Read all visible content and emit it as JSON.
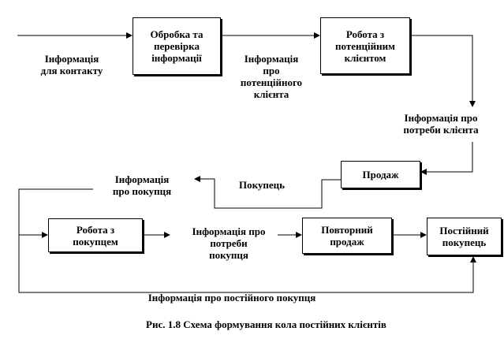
{
  "diagram": {
    "boxes": {
      "processing": "Обробка та\nперевірка\nінформації",
      "work_potential": "Робота з\nпотенційним\nклієнтом",
      "sale": "Продаж",
      "work_buyer": "Робота з\nпокупцем",
      "repeat_sale": "Повторний\nпродаж",
      "permanent_buyer": "Постійний\nпокупець"
    },
    "labels": {
      "contact_info": "Інформація\nдля контакту",
      "potential_info": "Інформація\nпро\nпотенційного\nклієнта",
      "needs_info": "Інформація  про\nпотреби клієнта",
      "buyer_word": "Покупець",
      "buyer_info": "Інформація\nпро покупця",
      "buyer_needs_info": "Інформація  про\nпотреби\nпокупця",
      "permanent_buyer_info": "Інформація  про постійного покупця"
    },
    "caption": "Рис. 1.8 Схема формування кола постійних клієнтів"
  }
}
